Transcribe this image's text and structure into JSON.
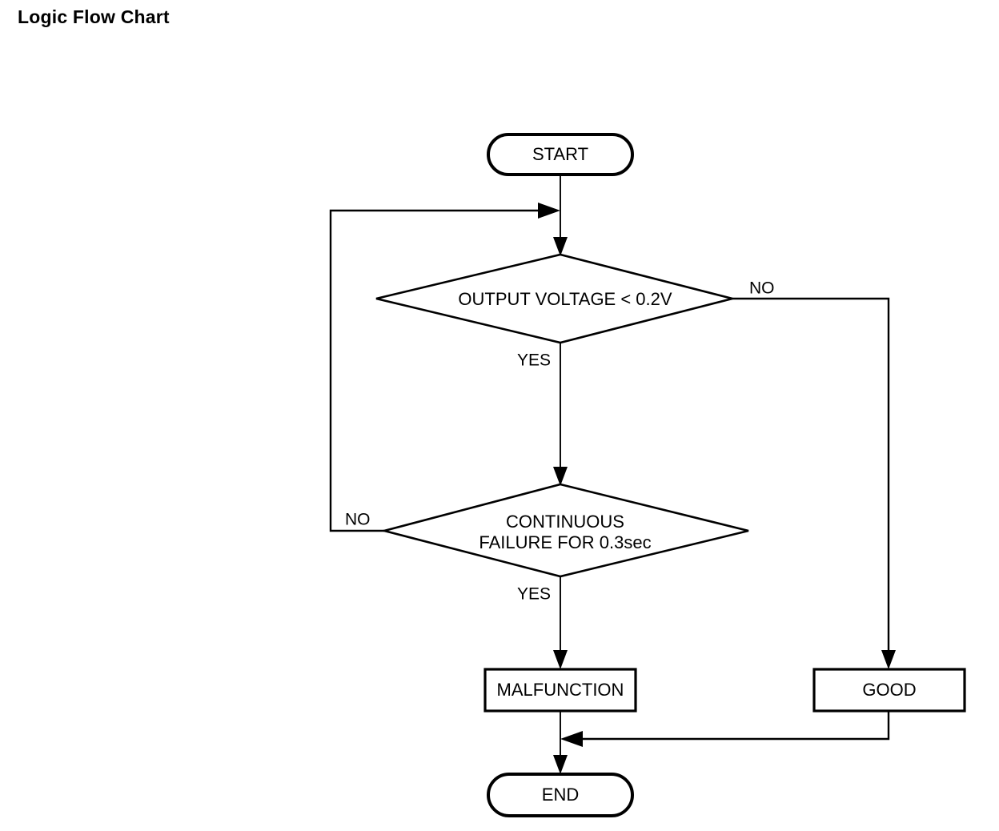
{
  "page": {
    "title": "Logic Flow Chart",
    "background_color": "#ffffff",
    "line_color": "#000000"
  },
  "chart_data": {
    "type": "flowchart",
    "title": "Logic Flow Chart",
    "orientation": "top-to-bottom",
    "nodes": [
      {
        "id": "start",
        "shape": "terminator",
        "label": "START"
      },
      {
        "id": "decision_voltage",
        "shape": "decision",
        "label": "OUTPUT VOLTAGE < 0.2V"
      },
      {
        "id": "decision_continuous",
        "shape": "decision",
        "label_line1": "CONTINUOUS",
        "label_line2": "FAILURE FOR 0.3sec"
      },
      {
        "id": "malfunction",
        "shape": "process",
        "label": "MALFUNCTION"
      },
      {
        "id": "good",
        "shape": "process",
        "label": "GOOD"
      },
      {
        "id": "end",
        "shape": "terminator",
        "label": "END"
      }
    ],
    "edges": [
      {
        "from": "start",
        "to": "decision_voltage",
        "label": ""
      },
      {
        "from": "decision_voltage",
        "to": "decision_continuous",
        "label": "YES"
      },
      {
        "from": "decision_voltage",
        "to": "good",
        "label": "NO"
      },
      {
        "from": "decision_continuous",
        "to": "malfunction",
        "label": "YES"
      },
      {
        "from": "decision_continuous",
        "to": "decision_voltage",
        "label": "NO"
      },
      {
        "from": "malfunction",
        "to": "end",
        "label": ""
      },
      {
        "from": "good",
        "to": "end",
        "label": ""
      }
    ]
  },
  "labels": {
    "start": "START",
    "end": "END",
    "malfunction": "MALFUNCTION",
    "good": "GOOD",
    "decision1": "OUTPUT VOLTAGE < 0.2V",
    "decision2_line1": "CONTINUOUS",
    "decision2_line2": "FAILURE FOR 0.3sec",
    "yes1": "YES",
    "yes2": "YES",
    "no1": "NO",
    "no2": "NO"
  }
}
